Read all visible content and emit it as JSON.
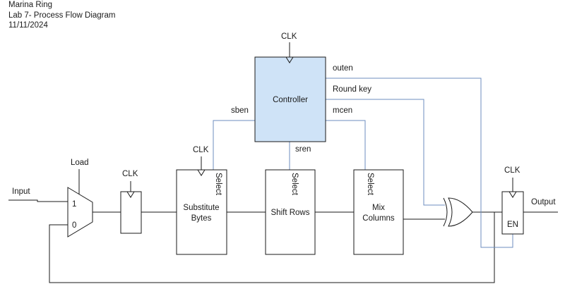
{
  "header": {
    "author": "Marina Ring",
    "title": "Lab 7- Process Flow Diagram",
    "date": "11/11/2024"
  },
  "colors": {
    "controller_fill": "#cfe3f7",
    "control_wire": "#6c8ebf",
    "line": "#1a1a1a"
  },
  "labels": {
    "input": "Input",
    "output": "Output",
    "load": "Load",
    "mux_in1": "1",
    "mux_in0": "0",
    "clk": "CLK",
    "controller": "Controller",
    "sben": "sben",
    "sren": "sren",
    "mcen": "mcen",
    "outen": "outen",
    "round_key": "Round key",
    "substitute_line1": "Substitute",
    "substitute_line2": "Bytes",
    "shift_rows": "Shift Rows",
    "mix_line1": "Mix",
    "mix_line2": "Columns",
    "select": "Select",
    "en": "EN"
  }
}
